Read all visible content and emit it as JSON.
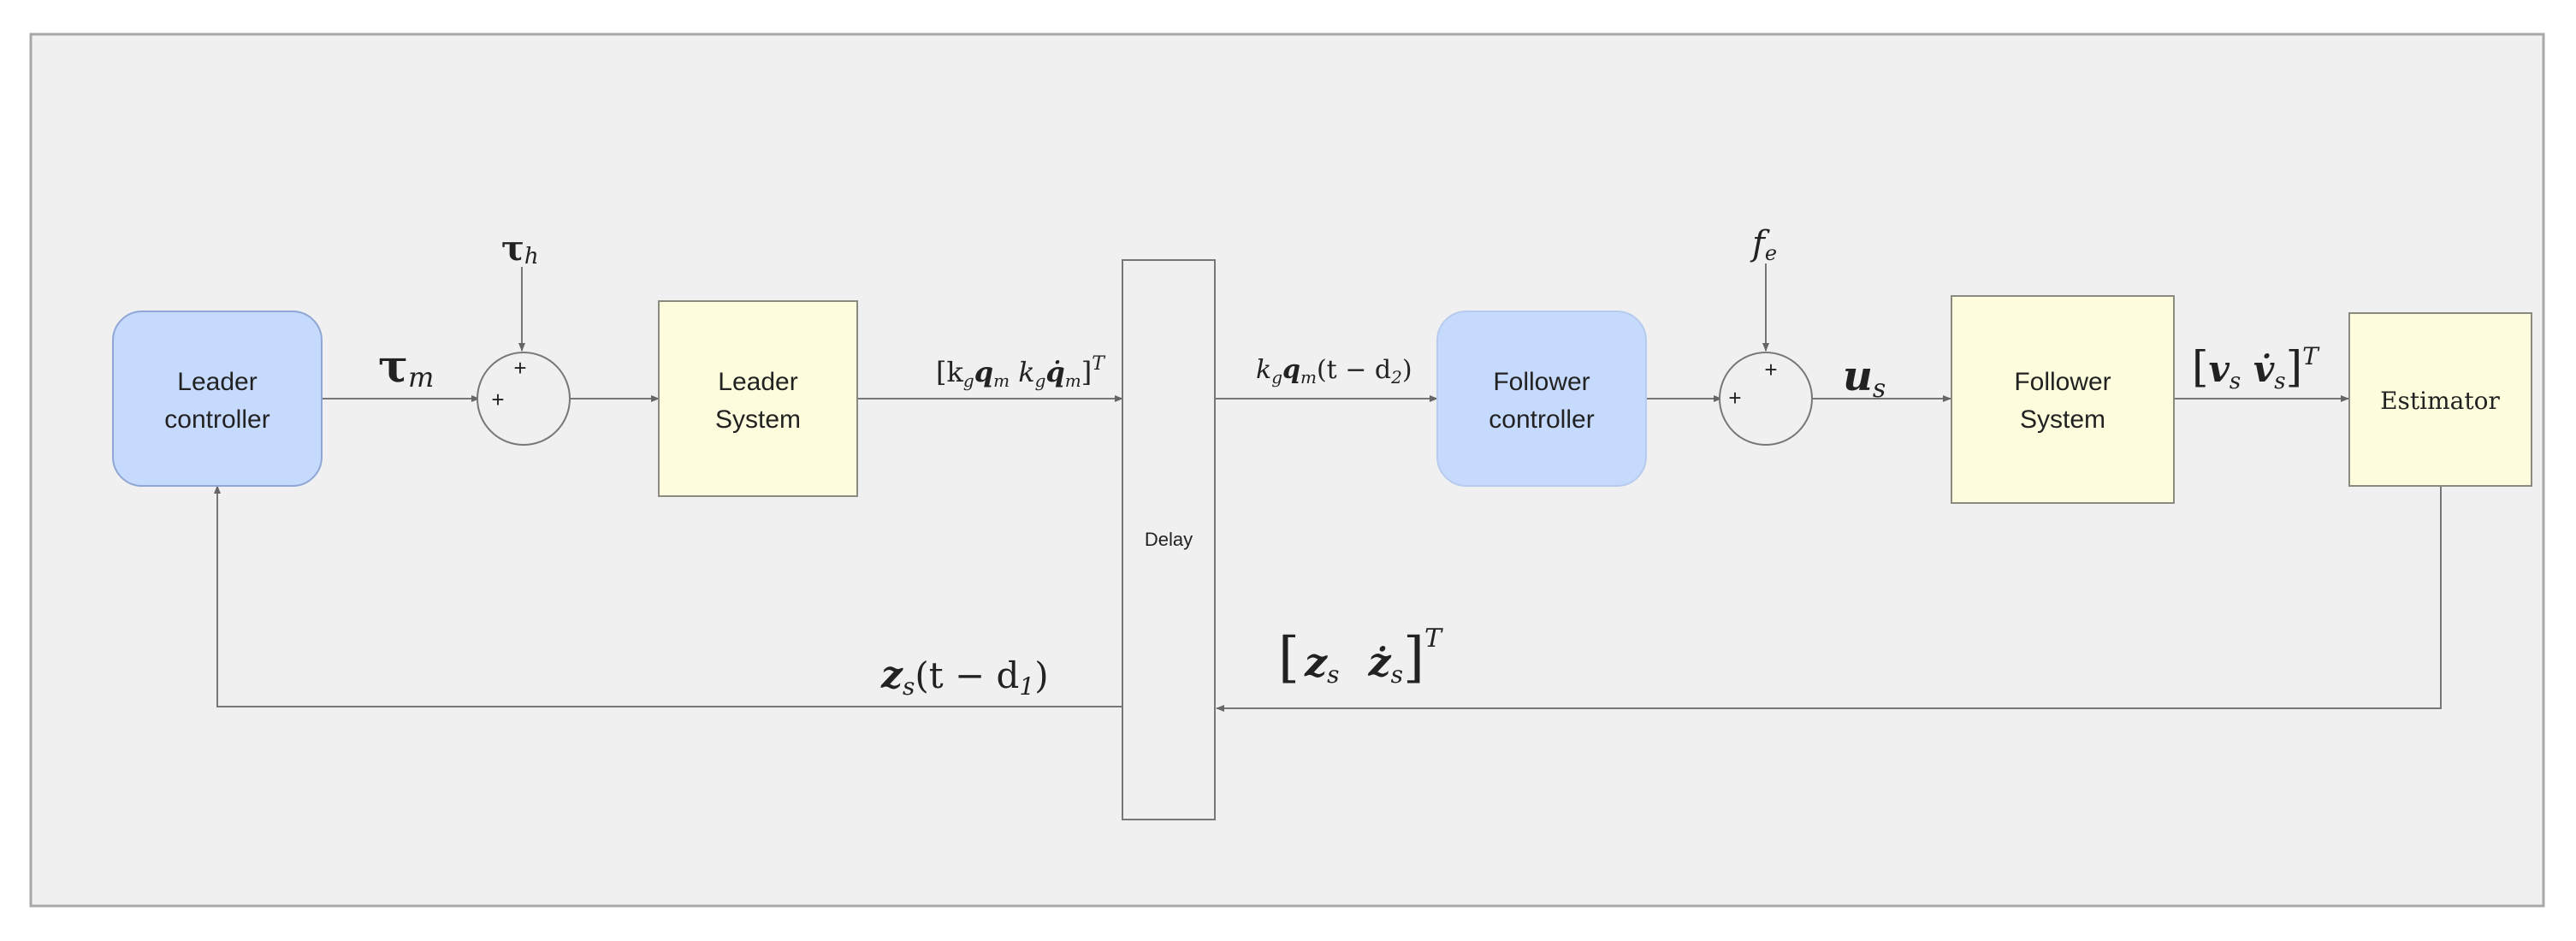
{
  "colors": {
    "background": "#f0f0f0",
    "frame": "#a8a8a8",
    "line": "#777777",
    "controller_fill": "#c6dafd",
    "controller_stroke": "#8fa6d6",
    "system_fill": "#fdfcdc",
    "system_stroke": "#8a8a80",
    "text": "#222222"
  },
  "blocks": {
    "leader_controller": {
      "line1": "Leader",
      "line2": "controller"
    },
    "leader_system": {
      "line1": "Leader",
      "line2": "System"
    },
    "delay": {
      "label": "Delay"
    },
    "follower_controller": {
      "line1": "Follower",
      "line2": "controller"
    },
    "follower_system": {
      "line1": "Follower",
      "line2": "System"
    },
    "estimator": {
      "label": "Estimator"
    }
  },
  "summing_junctions": {
    "leader_sum": {
      "top_sign": "+",
      "left_sign": "+"
    },
    "follower_sum": {
      "top_sign": "+",
      "left_sign": "+"
    }
  },
  "signals": {
    "tau_m": {
      "base": "τ",
      "sub": "m"
    },
    "tau_h": {
      "base": "τ",
      "sub": "h"
    },
    "leader_to_delay": {
      "text": "[k",
      "sub1": "g",
      "q1": "q",
      "sub2": "m",
      "k2": " k",
      "sub3": "g",
      "q2": "q̇",
      "sub4": "m",
      "close": "]",
      "sup": "T"
    },
    "delay_to_follower": {
      "k": "k",
      "sub1": "g",
      "q": "q",
      "sub2": "m",
      "rest": "(t − d",
      "sub3": "2",
      "close": ")"
    },
    "f_e": {
      "base": "f",
      "sub": "e"
    },
    "u_s": {
      "base": "u",
      "sub": "s"
    },
    "v_s": {
      "open": "[",
      "v": "v",
      "sub1": "s",
      "vdot": " v̇",
      "sub2": "s",
      "close": "]",
      "sup": "T"
    },
    "z_s_fb": {
      "open": "[",
      "z": "z",
      "sub1": "s",
      "zdot": "ż",
      "sub2": "s",
      "close": "]",
      "sup": "T"
    },
    "z_s_delayed": {
      "z": "z",
      "sub1": "s",
      "rest": "(t − d",
      "sub2": "1",
      "close": ")"
    }
  }
}
